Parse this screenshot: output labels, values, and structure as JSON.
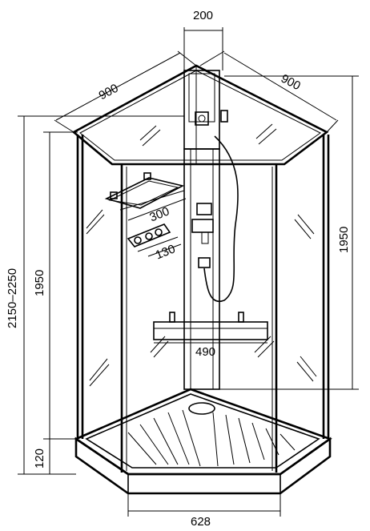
{
  "dimensions": {
    "top_width": "200",
    "left_side": "900",
    "right_side": "900",
    "overall_height": "2150–2250",
    "cabin_height_left": "1950",
    "cabin_height_right": "1950",
    "tray_height": "120",
    "front_width": "628",
    "shelf_width": "300",
    "hook_width": "130",
    "seat_width": "490"
  },
  "icons": {
    "glass_reflection": "glass-hatch-icon",
    "shower_head": "shower-head-icon",
    "mixer": "mixer-valve-icon",
    "hose": "shower-hose-icon"
  }
}
